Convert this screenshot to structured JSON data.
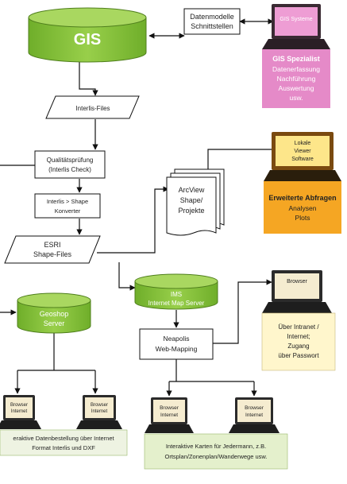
{
  "gis": {
    "label": "GIS"
  },
  "datenmodelle": {
    "line1": "Datenmodelle",
    "line2": "Schnittstellen"
  },
  "gis_systeme": {
    "screen": "GIS Systeme"
  },
  "gis_spezialist": {
    "title": "GIS Spezialist",
    "lines": [
      "Datenerfassung",
      "Nachführung",
      "Auswertung",
      "usw."
    ]
  },
  "interlis_files": {
    "label": "Interlis-Files"
  },
  "qualitaet": {
    "line1": "Qualitätsprüfung",
    "line2": "(Interlis Check)"
  },
  "konverter": {
    "line1": "Interlis > Shape",
    "line2": "Konverter"
  },
  "esri": {
    "line1": "ESRI",
    "line2": "Shape-Files"
  },
  "arcview": {
    "line1": "ArcView",
    "line2": "Shape/",
    "line3": "Projekte"
  },
  "lokale_viewer": {
    "lines": [
      "Lokale",
      "Viewer",
      "Software"
    ]
  },
  "erweiterte": {
    "title": "Erweiterte Abfragen",
    "lines": [
      "Analysen",
      "Plots"
    ]
  },
  "ims": {
    "line1": "IMS",
    "line2": "Internet Map Server"
  },
  "browser_intranet": {
    "screen": "Browser",
    "lines": [
      "Über Intranet /",
      "Internet;",
      "Zugang",
      "über Passwort"
    ]
  },
  "geoshop": {
    "line1": "Geoshop",
    "line2": "Server"
  },
  "neapolis": {
    "line1": "Neapolis",
    "line2": "Web-Mapping"
  },
  "browser_internet": {
    "line1": "Browser",
    "line2": "Internet"
  },
  "caption_left": {
    "line1": "eraktive Datenbestellung über Internet",
    "line2": "Format Interlis und DXF"
  },
  "caption_right": {
    "line1": "Interaktive Karten für Jedermann, z.B.",
    "line2": "Ortsplan/Zonenplan/Wanderwege usw."
  },
  "colors": {
    "green_cyl": "#8cc63f",
    "green_dark": "#5f9a23",
    "green_box": "#e4f0cc",
    "pink": "#e58ac8",
    "pink_screen": "#ee9dd4",
    "orange": "#f5a623",
    "yellow_box": "#fbdc5c",
    "yellow_screen": "#fde68a",
    "browser_screen": "#f5ecd0"
  }
}
